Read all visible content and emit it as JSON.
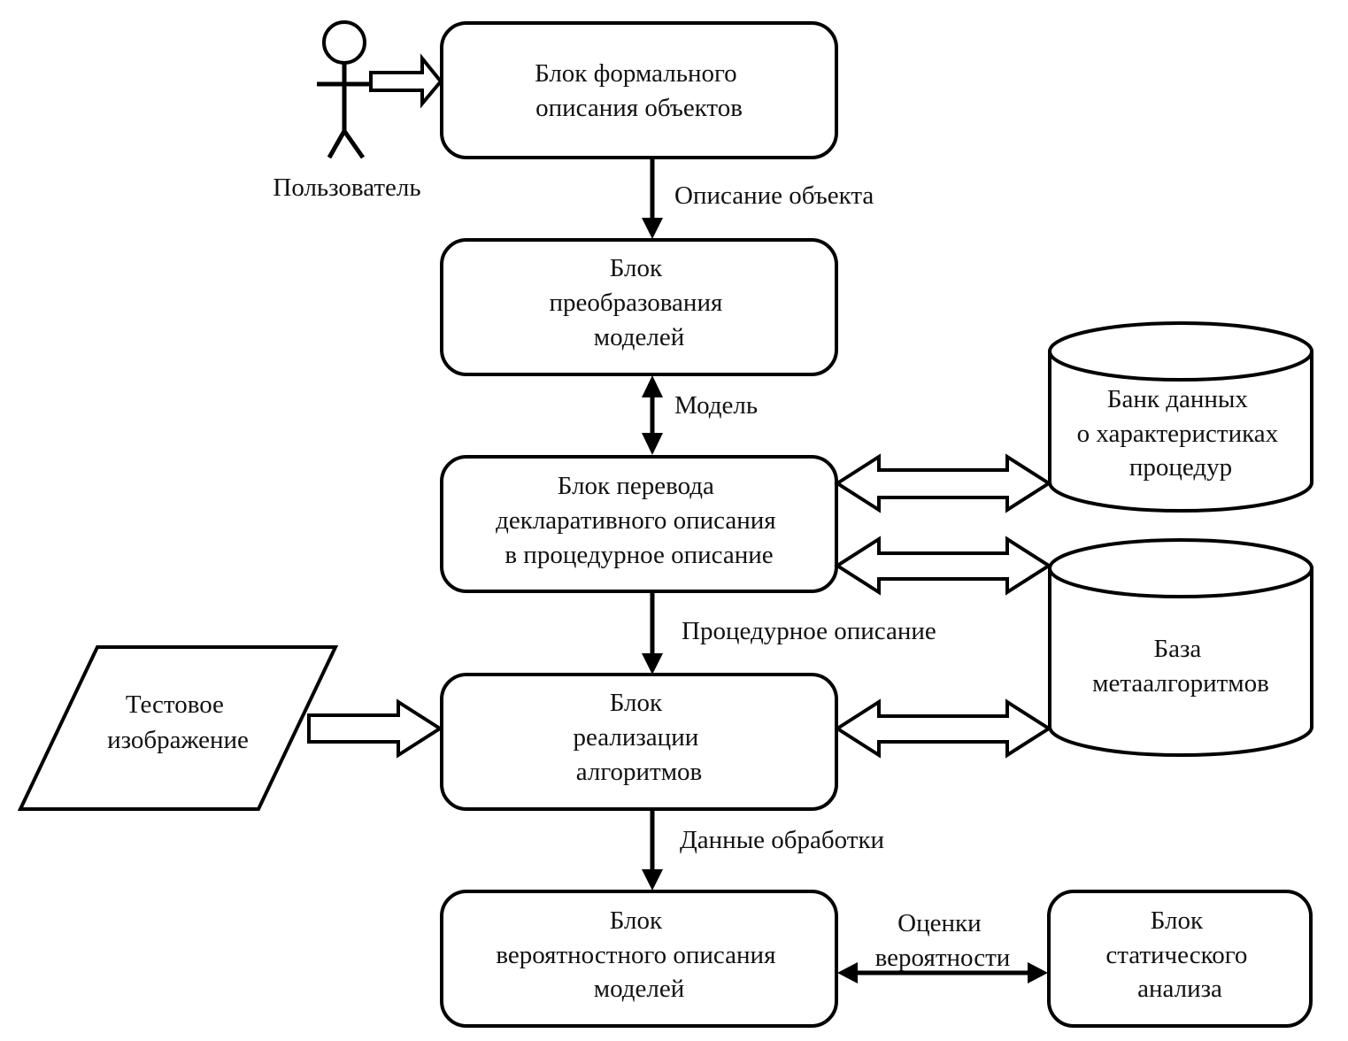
{
  "actor": {
    "label": "Пользователь"
  },
  "blocks": {
    "formal": [
      "Блок формального",
      "описания объектов"
    ],
    "transform": [
      "Блок",
      "преобразования",
      "моделей"
    ],
    "translate": [
      "Блок перевода",
      "декларативного описания",
      "в процедурное описание"
    ],
    "realize": [
      "Блок",
      "реализации",
      "алгоритмов"
    ],
    "probabilistic": [
      "Блок",
      "вероятностного описания",
      "моделей"
    ],
    "statistic": [
      "Блок",
      "статического",
      "анализа"
    ]
  },
  "databases": {
    "bank": [
      "Банк данных",
      "о характеристиках",
      "процедур"
    ],
    "meta": [
      "База",
      "метаалгоритмов"
    ]
  },
  "input": {
    "test_image": [
      "Тестовое",
      "изображение"
    ]
  },
  "edges": {
    "object_description": "Описание объекта",
    "model": "Модель",
    "procedural_description": "Процедурное описание",
    "processing_data": "Данные обработки",
    "probability_estimates": [
      "Оценки",
      "вероятности"
    ]
  }
}
